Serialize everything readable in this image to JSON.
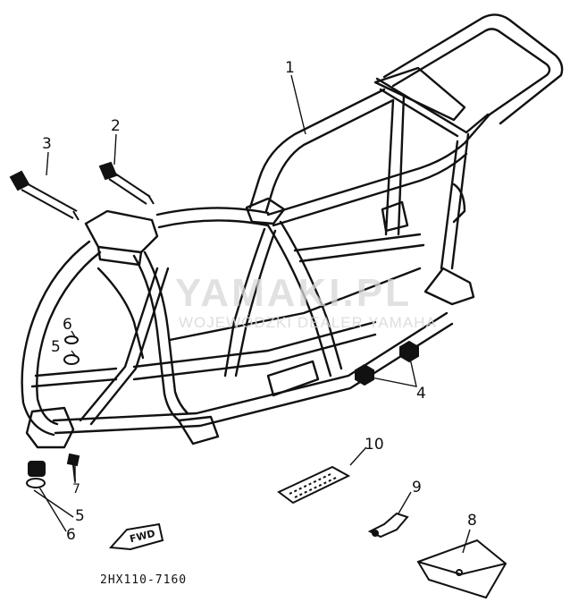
{
  "diagram": {
    "callouts": [
      {
        "id": "1",
        "label": "1"
      },
      {
        "id": "2",
        "label": "2"
      },
      {
        "id": "3",
        "label": "3"
      },
      {
        "id": "4",
        "label": "4"
      },
      {
        "id": "5a",
        "label": "5"
      },
      {
        "id": "6a",
        "label": "6"
      },
      {
        "id": "5b",
        "label": "5"
      },
      {
        "id": "6b",
        "label": "6"
      },
      {
        "id": "7",
        "label": "7"
      },
      {
        "id": "8",
        "label": "8"
      },
      {
        "id": "9",
        "label": "9"
      },
      {
        "id": "10",
        "label": "10"
      }
    ],
    "fwd_label": "FWD",
    "part_code": "2HX110-7160",
    "watermark": {
      "line1": "YAMAKI.PL",
      "line2": "WOJEWÓDZKI DEALER YAMAHA"
    }
  }
}
